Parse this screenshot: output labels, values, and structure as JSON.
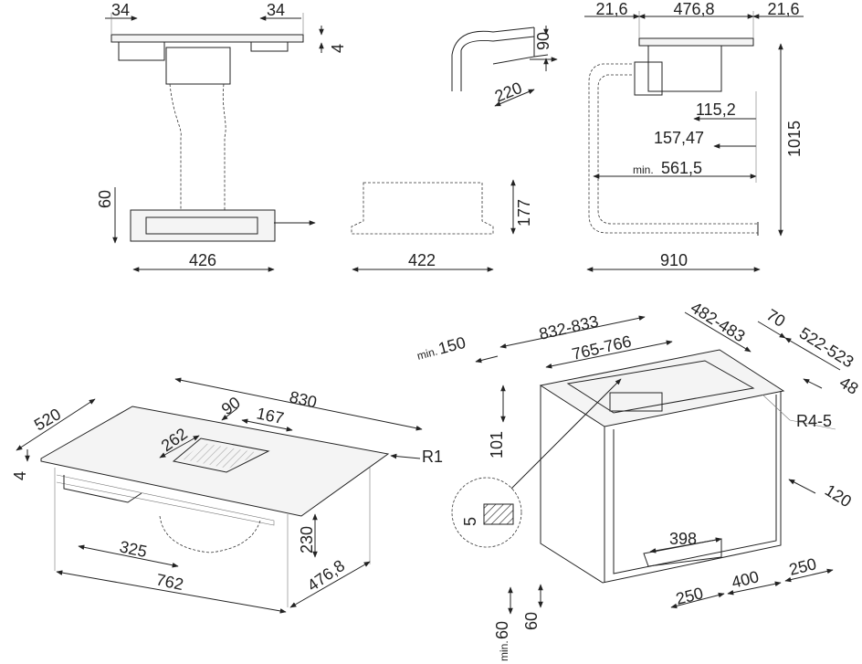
{
  "top_left_view": {
    "overhang_left": "34",
    "overhang_right": "34",
    "glass_thickness": "4",
    "base_height": "60",
    "base_width": "426"
  },
  "top_middle_view": {
    "elbow_height": "90",
    "elbow_width": "220",
    "plinth_height": "177",
    "plinth_width": "422"
  },
  "top_right_view": {
    "side_left": "21,6",
    "width": "476,8",
    "side_right": "21,6",
    "offset_a": "115,2",
    "offset_b": "157,47",
    "min_prefix": "min.",
    "offset_min": "561,5",
    "height": "1015",
    "depth": "910"
  },
  "hob_iso_view": {
    "depth": "520",
    "width": "830",
    "vent_depth": "90",
    "vent_width": "167",
    "vent_offset": "262",
    "radius": "R1",
    "thickness": "4",
    "motor_offset": "325",
    "body_width": "762",
    "body_height": "230",
    "body_depth": "476,8"
  },
  "cabinet_view": {
    "min_prefix": "min.",
    "min_front": "150",
    "cutout_outer": "832-833",
    "cutout_inner": "765-766",
    "depth_outer": "482-483",
    "rear_gap": "70",
    "depth_total": "522-523",
    "rear_lip": "48",
    "corner_radius": "R4-5",
    "rebate_depth": "101",
    "rebate_detail": "5",
    "back_gap": "120",
    "opening_width": "398",
    "plinth_left": "250",
    "plinth_mid": "400",
    "plinth_right": "250",
    "plinth_height": "60",
    "plinth_min": "60"
  }
}
